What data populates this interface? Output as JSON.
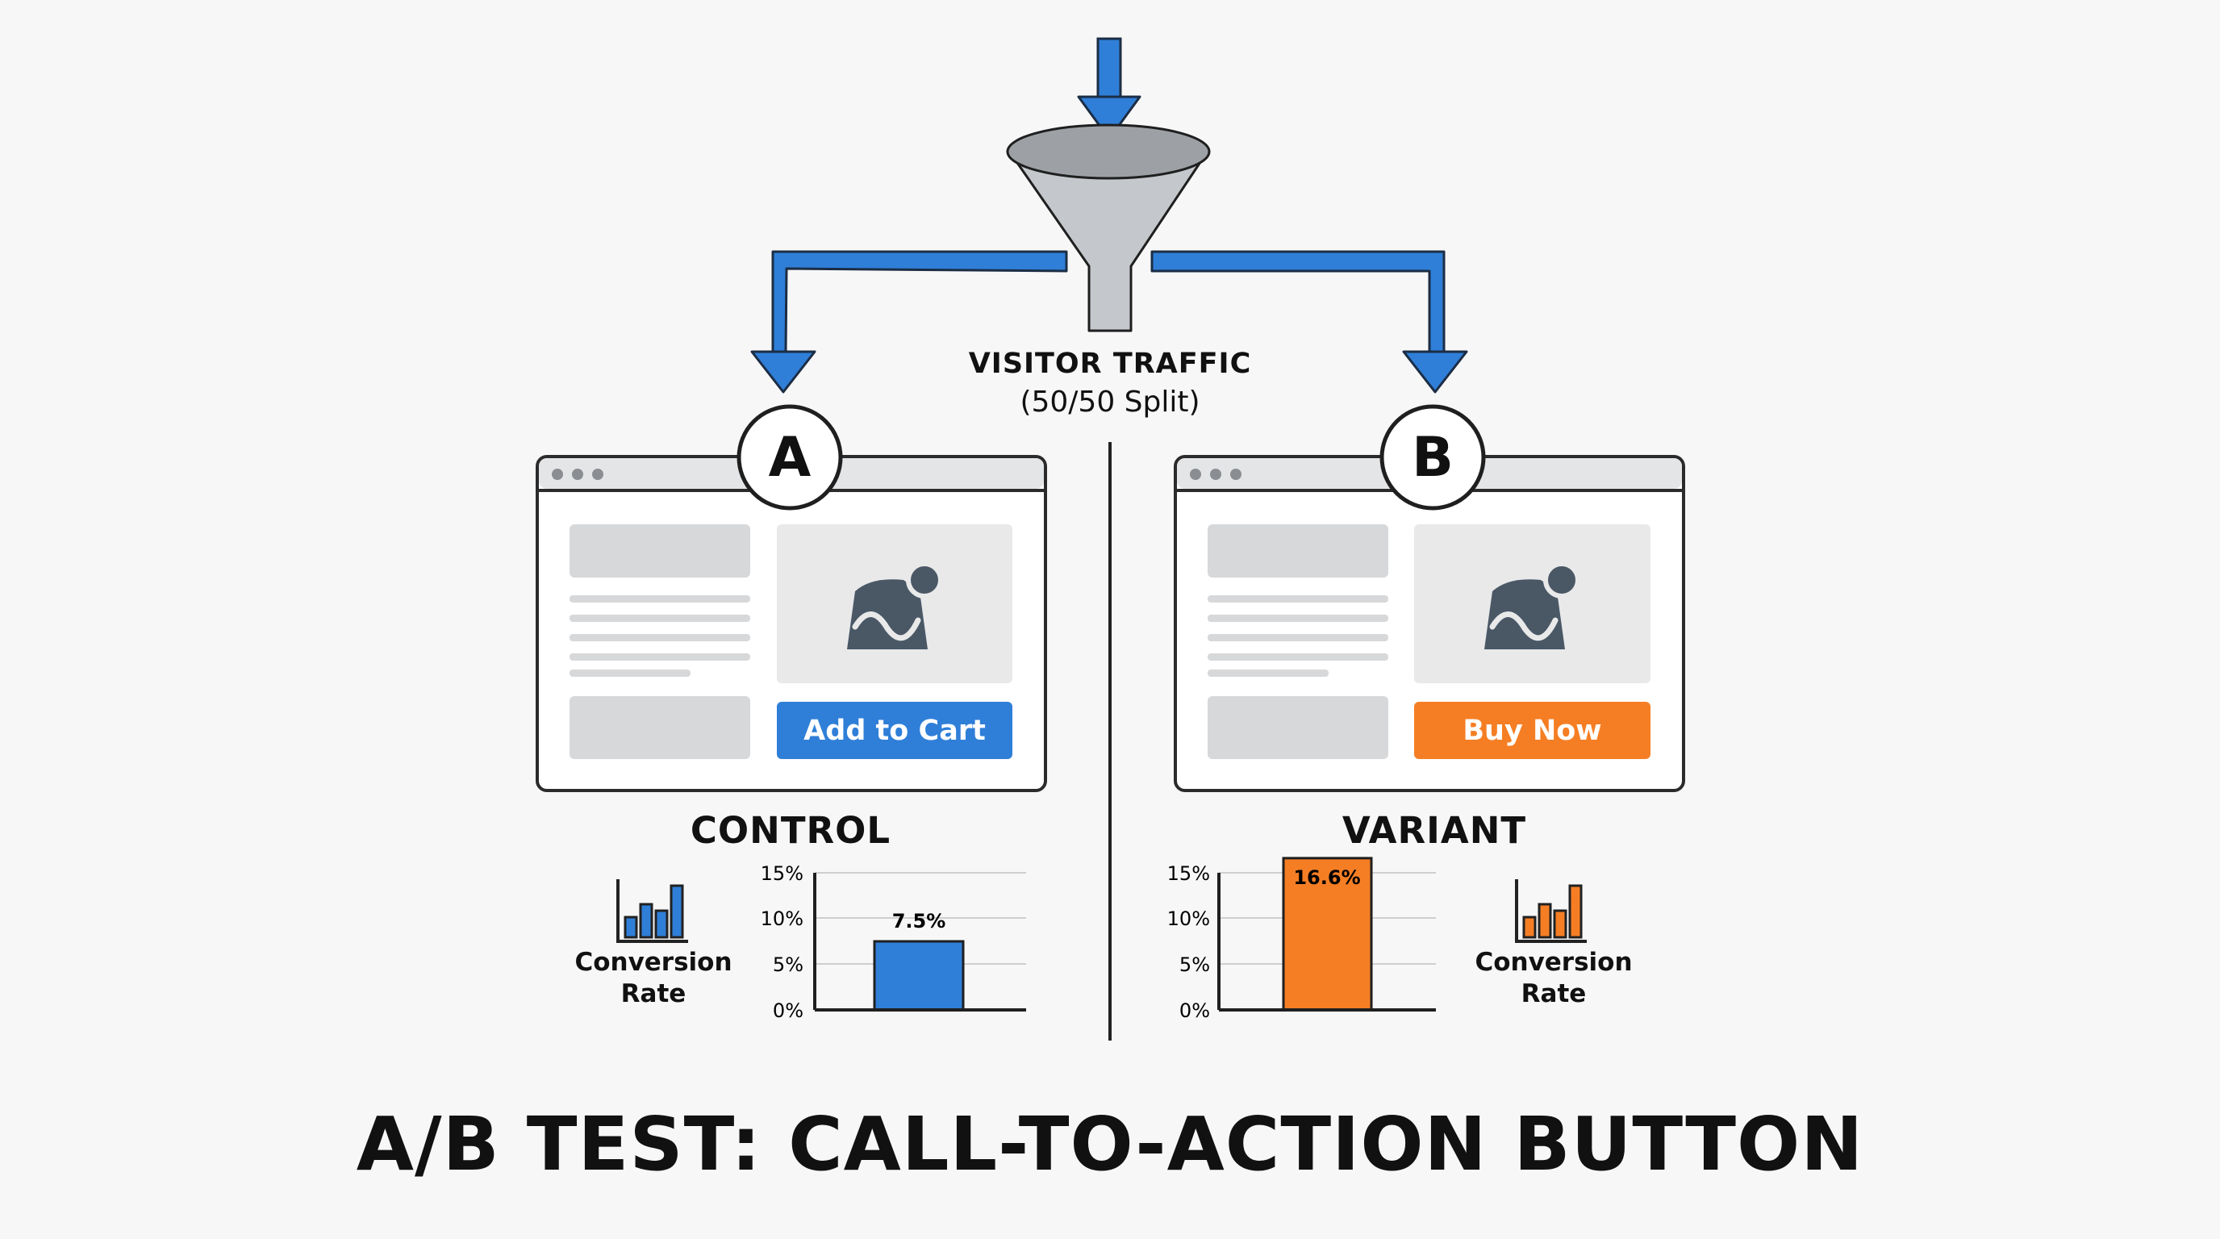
{
  "traffic": {
    "title": "VISITOR TRAFFIC",
    "subtitle": "(50/50 Split)"
  },
  "variants": [
    {
      "badge": "A",
      "label": "CONTROL",
      "cta_label": "Add to Cart",
      "cta_color": "#2f7fd8",
      "metric_label_line1": "Conversion",
      "metric_label_line2": "Rate"
    },
    {
      "badge": "B",
      "label": "VARIANT",
      "cta_label": "Buy Now",
      "cta_color": "#f57e24",
      "metric_label_line1": "Conversion",
      "metric_label_line2": "Rate"
    }
  ],
  "chart_data": [
    {
      "type": "bar",
      "categories": [
        "CONTROL"
      ],
      "values": [
        7.5
      ],
      "data_labels": [
        "7.5%"
      ],
      "y_ticks": [
        "15%",
        "10%",
        "5%",
        "0%"
      ],
      "ylim": [
        0,
        15
      ],
      "grid": true,
      "color": "#2f7fd8"
    },
    {
      "type": "bar",
      "categories": [
        "VARIANT"
      ],
      "values": [
        16.6
      ],
      "data_labels": [
        "16.6%"
      ],
      "y_ticks": [
        "15%",
        "10%",
        "5%",
        "0%"
      ],
      "ylim": [
        0,
        15
      ],
      "grid": true,
      "color": "#f57e24"
    }
  ],
  "title": "A/B TEST: CALL-TO-ACTION BUTTON",
  "colors": {
    "arrow": "#2f7fd8",
    "funnel": "#c4c7cb",
    "placeholder": "#d7d8da",
    "image_icon": "#4a5866",
    "outline": "#2b2b2b"
  },
  "icons": {
    "badge_a": "circle-letter",
    "badge_b": "circle-letter",
    "image": "image-placeholder-icon",
    "metric": "bar-chart-icon",
    "funnel": "funnel-icon"
  }
}
